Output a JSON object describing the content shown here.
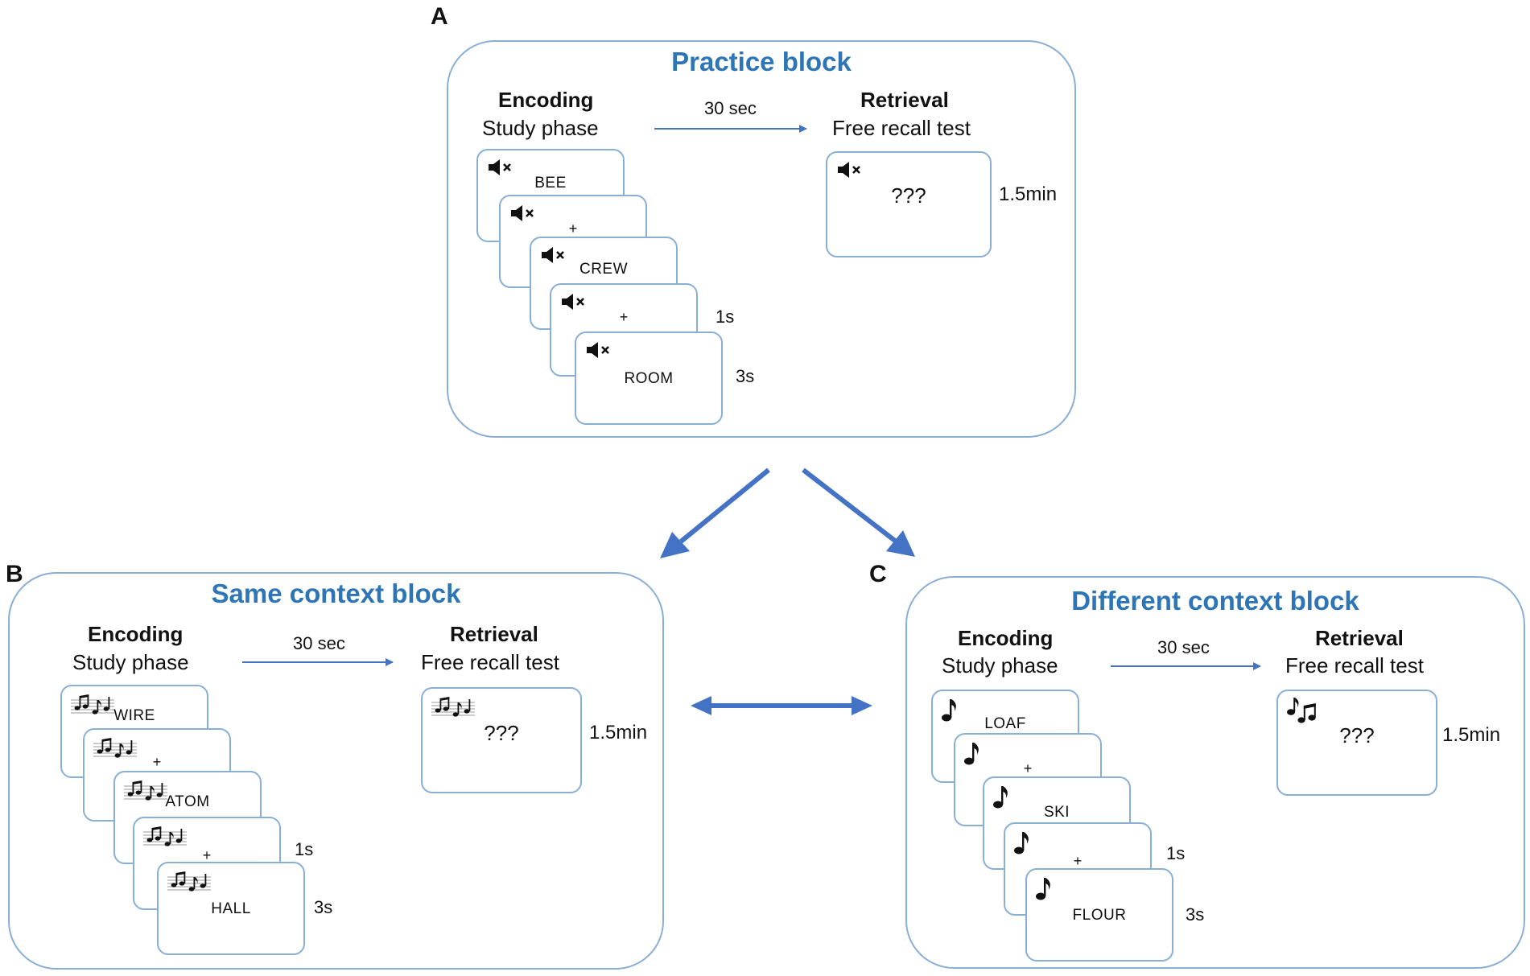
{
  "panels": {
    "a": {
      "letter": "A",
      "title": "Practice block",
      "encoding_label": "Encoding",
      "study_label": "Study phase",
      "delay_label": "30 sec",
      "retrieval_label": "Retrieval",
      "recall_label": "Free recall test",
      "cue_icon": "muted-speaker-icon",
      "stack": [
        {
          "kind": "word",
          "text": "BEE"
        },
        {
          "kind": "fixation",
          "text": "+"
        },
        {
          "kind": "word",
          "text": "CREW"
        },
        {
          "kind": "fixation",
          "text": "+"
        },
        {
          "kind": "word",
          "text": "ROOM"
        }
      ],
      "fixation_time": "1s",
      "word_time": "3s",
      "retrieval_prompt": "???",
      "retrieval_time": "1.5min"
    },
    "b": {
      "letter": "B",
      "title": "Same context block",
      "encoding_label": "Encoding",
      "study_label": "Study phase",
      "delay_label": "30 sec",
      "retrieval_label": "Retrieval",
      "recall_label": "Free recall test",
      "cue_icon": "music-staff-icon",
      "stack": [
        {
          "kind": "word",
          "text": "WIRE"
        },
        {
          "kind": "fixation",
          "text": "+"
        },
        {
          "kind": "word",
          "text": "ATOM"
        },
        {
          "kind": "fixation",
          "text": "+"
        },
        {
          "kind": "word",
          "text": "HALL"
        }
      ],
      "fixation_time": "1s",
      "word_time": "3s",
      "retrieval_prompt": "???",
      "retrieval_time": "1.5min"
    },
    "c": {
      "letter": "C",
      "title": "Different context block",
      "encoding_label": "Encoding",
      "study_label": "Study phase",
      "delay_label": "30 sec",
      "retrieval_label": "Retrieval",
      "recall_label": "Free recall test",
      "cue_icon": "eighth-note-icon",
      "retrieval_icon": "beamed-notes-icon",
      "stack": [
        {
          "kind": "word",
          "text": "LOAF"
        },
        {
          "kind": "fixation",
          "text": "+"
        },
        {
          "kind": "word",
          "text": "SKI"
        },
        {
          "kind": "fixation",
          "text": "+"
        },
        {
          "kind": "word",
          "text": "FLOUR"
        }
      ],
      "fixation_time": "1s",
      "word_time": "3s",
      "retrieval_prompt": "???",
      "retrieval_time": "1.5min"
    }
  },
  "colors": {
    "title_blue": "#2e75b6",
    "border_blue": "#8aafd6",
    "arrow_blue": "#4472c4"
  }
}
